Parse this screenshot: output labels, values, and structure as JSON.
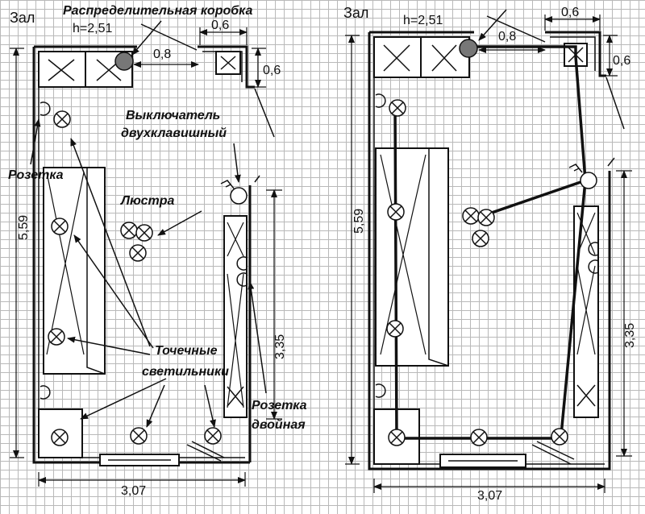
{
  "left": {
    "title": "Зал",
    "height_label": "h=2,51",
    "junction_box_label": "Распределительная коробка",
    "switch_label_1": "Выключатель",
    "switch_label_2": "двухклавишный",
    "socket_label": "Розетка",
    "chandelier_label": "Люстра",
    "spotlights_label_1": "Точечные",
    "spotlights_label_2": "светильники",
    "double_socket_label_1": "Розетка",
    "double_socket_label_2": "двойная",
    "dim_0_8": "0,8",
    "dim_0_6_top": "0,6",
    "dim_0_6_side": "0,6",
    "dim_5_59": "5,59",
    "dim_3_35": "3,35",
    "dim_3_07": "3,07"
  },
  "right": {
    "title": "Зал",
    "height_label": "h=2,51",
    "dim_0_8": "0,8",
    "dim_0_6_top": "0,6",
    "dim_0_6_side": "0,6",
    "dim_5_59": "5,59",
    "dim_3_35": "3,35",
    "dim_3_07": "3,07"
  },
  "colors": {
    "ink": "#111111",
    "junction_box": "#777777",
    "grid": "#b9b9b9"
  }
}
